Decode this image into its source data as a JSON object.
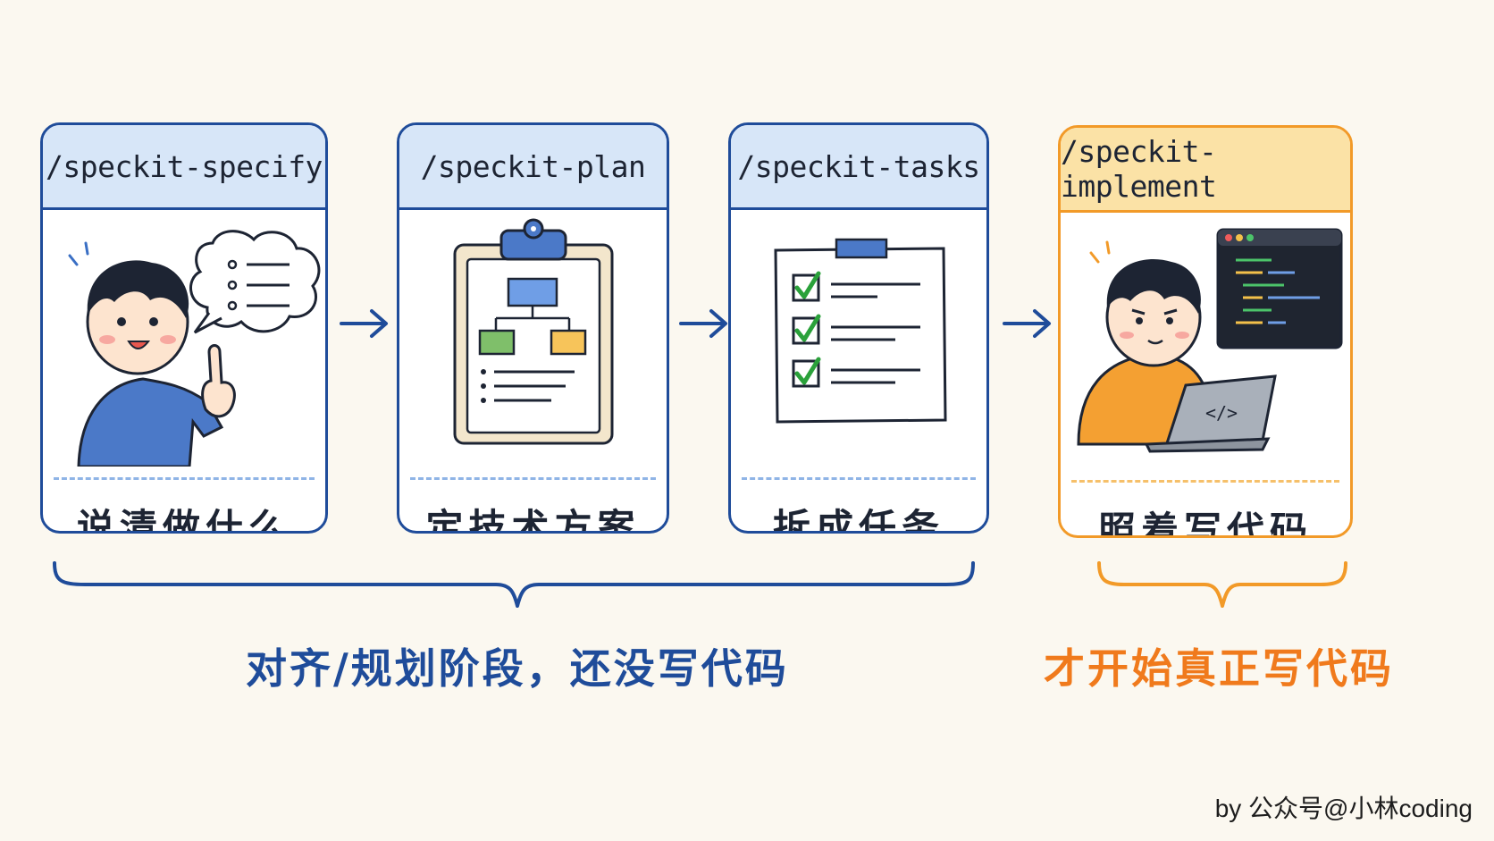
{
  "steps": [
    {
      "command": "/speckit-specify",
      "label": "说清做什么",
      "illustration": "person-speech-bubble-icon"
    },
    {
      "command": "/speckit-plan",
      "label": "定技术方案",
      "illustration": "clipboard-flowchart-icon"
    },
    {
      "command": "/speckit-tasks",
      "label": "拆成任务",
      "illustration": "checklist-icon"
    },
    {
      "command": "/speckit-implement",
      "label": "照着写代码",
      "illustration": "coder-laptop-icon"
    }
  ],
  "phases": {
    "planning": "对齐/规划阶段，还没写代码",
    "coding": "才开始真正写代码"
  },
  "credit": "by 公众号@小林coding",
  "colors": {
    "blue": "#1f4c9a",
    "blue_header": "#d7e6f8",
    "orange": "#f29a28",
    "orange_header": "#fbe2a6",
    "orange_text": "#f07a1c",
    "background": "#fbf8f0"
  }
}
